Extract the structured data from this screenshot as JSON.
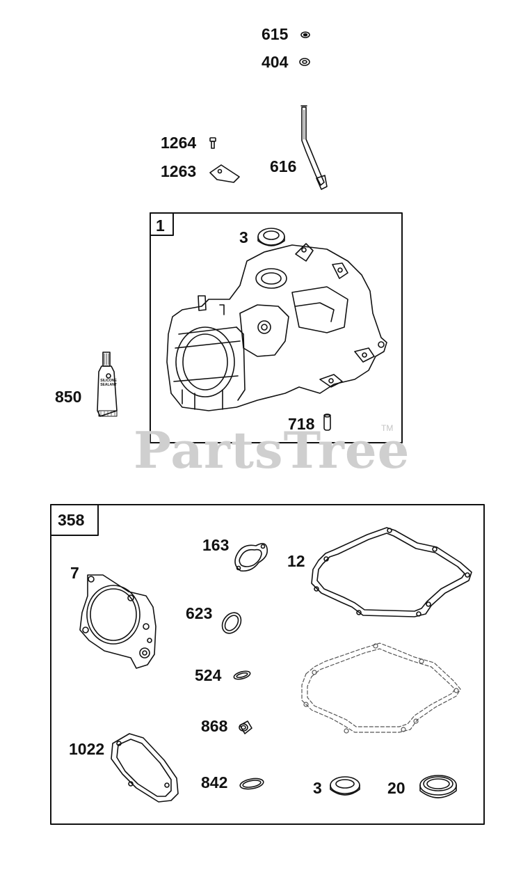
{
  "watermark": {
    "text": "PartsTree",
    "trademark": "TM"
  },
  "assembly_boxes": [
    {
      "id": "1"
    },
    {
      "id": "358"
    }
  ],
  "tube_label": "SILICONE\nSEALANT",
  "callouts": [
    {
      "number": "615"
    },
    {
      "number": "404"
    },
    {
      "number": "1264"
    },
    {
      "number": "1263"
    },
    {
      "number": "616"
    },
    {
      "number": "3"
    },
    {
      "number": "850"
    },
    {
      "number": "718"
    },
    {
      "number": "163"
    },
    {
      "number": "12"
    },
    {
      "number": "7"
    },
    {
      "number": "623"
    },
    {
      "number": "524"
    },
    {
      "number": "868"
    },
    {
      "number": "1022"
    },
    {
      "number": "842"
    },
    {
      "number": "3"
    },
    {
      "number": "20"
    }
  ]
}
